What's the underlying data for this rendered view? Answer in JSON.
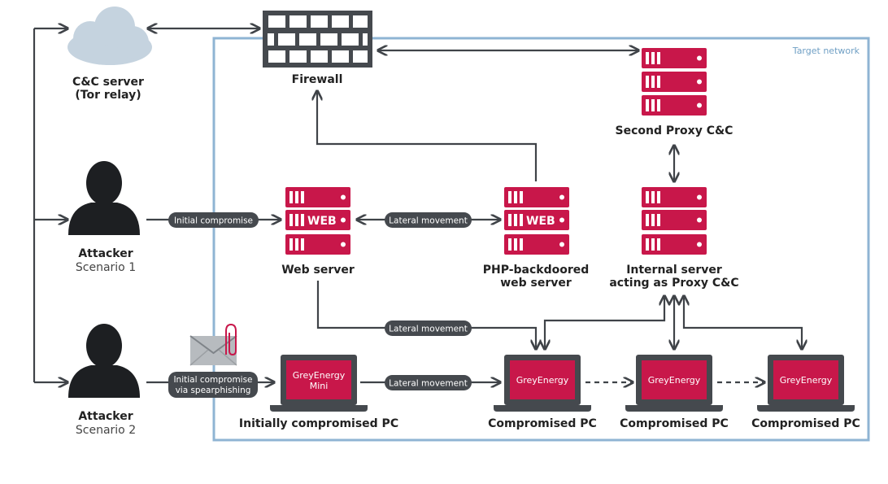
{
  "network_label": "Target network",
  "nodes": {
    "cc_server": {
      "line1": "C&C server",
      "line2": "(Tor relay)"
    },
    "firewall": {
      "label": "Firewall"
    },
    "second_proxy": {
      "label": "Second Proxy C&C"
    },
    "attacker1": {
      "title": "Attacker",
      "subtitle": "Scenario 1"
    },
    "attacker2": {
      "title": "Attacker",
      "subtitle": "Scenario 2"
    },
    "web_server": {
      "label": "Web server",
      "badge": "WEB"
    },
    "php_server": {
      "line1": "PHP-backdoored",
      "line2": "web server",
      "badge": "WEB"
    },
    "internal_server": {
      "line1": "Internal server",
      "line2": "acting as Proxy C&C"
    },
    "pc_initial": {
      "label": "Initially compromised PC",
      "screen1": "GreyEnergy",
      "screen2": "Mini"
    },
    "pc2": {
      "label": "Compromised PC",
      "screen": "GreyEnergy"
    },
    "pc3": {
      "label": "Compromised PC",
      "screen": "GreyEnergy"
    },
    "pc4": {
      "label": "Compromised PC",
      "screen": "GreyEnergy"
    }
  },
  "edges": {
    "initial_compromise": "Initial compromise",
    "spear_line1": "Initial compromise",
    "spear_line2": "via spearphishing",
    "lateral_web": "Lateral movement",
    "lateral_down": "Lateral movement",
    "lateral_pc": "Lateral movement"
  },
  "colors": {
    "server": "#c8174a",
    "server_dark": "#a31240",
    "network_border": "#8fb4d3",
    "cloud": "#c5d3df",
    "dark": "#3f4348"
  }
}
